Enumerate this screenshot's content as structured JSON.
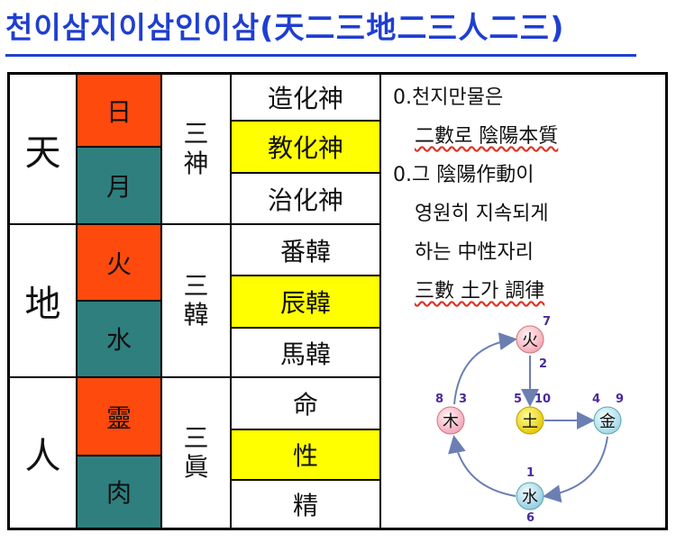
{
  "title": "천이삼지이삼인이삼(天二三地二三人二三)",
  "rows": [
    {
      "realm": "天",
      "elements": [
        "日",
        "月"
      ],
      "group": [
        "三",
        "神"
      ],
      "items": [
        "造化神",
        "教化神",
        "治化神"
      ]
    },
    {
      "realm": "地",
      "elements": [
        "火",
        "水"
      ],
      "group": [
        "三",
        "韓"
      ],
      "items": [
        "番韓",
        "辰韓",
        "馬韓"
      ]
    },
    {
      "realm": "人",
      "elements": [
        "靈",
        "肉"
      ],
      "group": [
        "三",
        "眞"
      ],
      "items": [
        "命",
        "性",
        "精"
      ]
    }
  ],
  "notes": [
    "0.천지만물은",
    "二數로 陰陽本質",
    "0.그 陰陽作動이",
    "영원히 지속되게",
    "하는 中性자리",
    "三數 土가 調律"
  ],
  "diagram": {
    "nodes": [
      {
        "label": "火",
        "num_top": "7",
        "num_bottom": "2"
      },
      {
        "label": "木",
        "num_a": "8",
        "num_b": "3"
      },
      {
        "label": "土",
        "num_a": "5",
        "num_b": "10"
      },
      {
        "label": "金",
        "num_a": "4",
        "num_b": "9"
      },
      {
        "label": "水",
        "num_top": "1",
        "num_bottom": "6"
      }
    ]
  },
  "colors": {
    "title": "#1f3fd0",
    "orange": "#ff4a0e",
    "teal": "#2f7f7f",
    "highlight": "#ffff00",
    "numbers": "#4a2a9a"
  }
}
